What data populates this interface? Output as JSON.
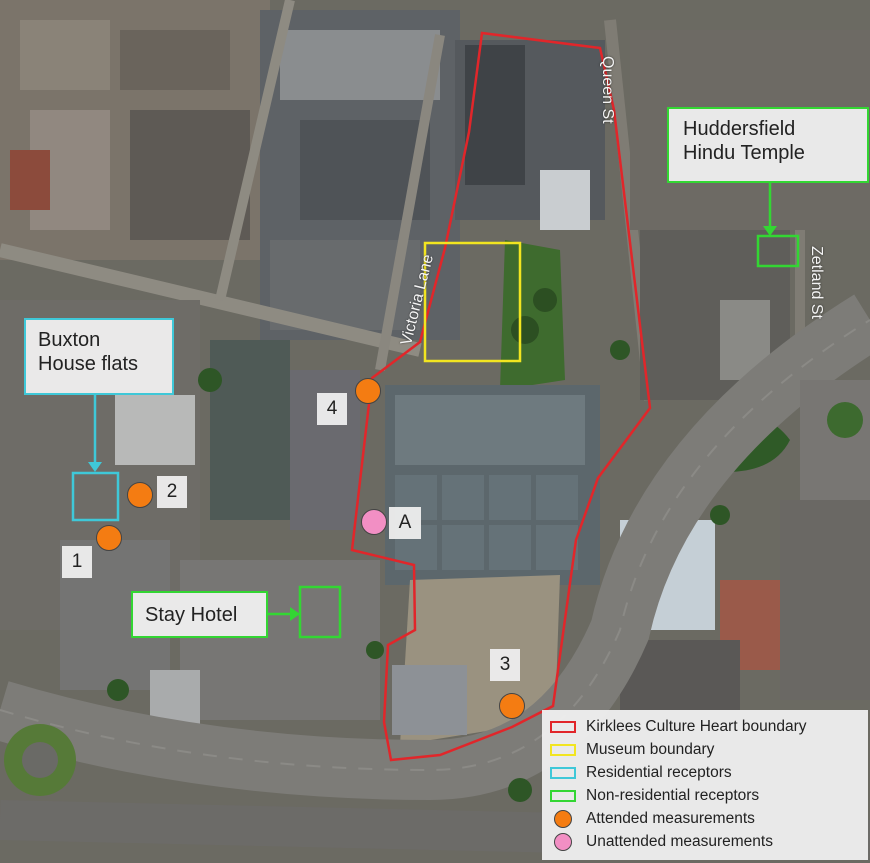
{
  "colors": {
    "culture_heart": "#e1262a",
    "museum": "#f2e520",
    "residential": "#3fc8d8",
    "non_residential": "#33d633",
    "attended": "#f47c12",
    "unattended": "#f28fc4"
  },
  "labels": {
    "buxton": "Buxton\nHouse flats",
    "temple": "Huddersfield\nHindu Temple",
    "stay_hotel": "Stay Hotel"
  },
  "roads": {
    "queen_st": "Queen St",
    "victoria_lane": "Victoria Lane",
    "zetland_st": "Zetland St"
  },
  "points": {
    "p1": "1",
    "p2": "2",
    "p3": "3",
    "p4": "4",
    "pA": "A"
  },
  "legend": {
    "culture_heart": "Kirklees Culture Heart boundary",
    "museum": "Museum boundary",
    "residential": "Residential receptors",
    "non_residential": "Non-residential receptors",
    "attended": "Attended measurements",
    "unattended": "Unattended measurements"
  }
}
